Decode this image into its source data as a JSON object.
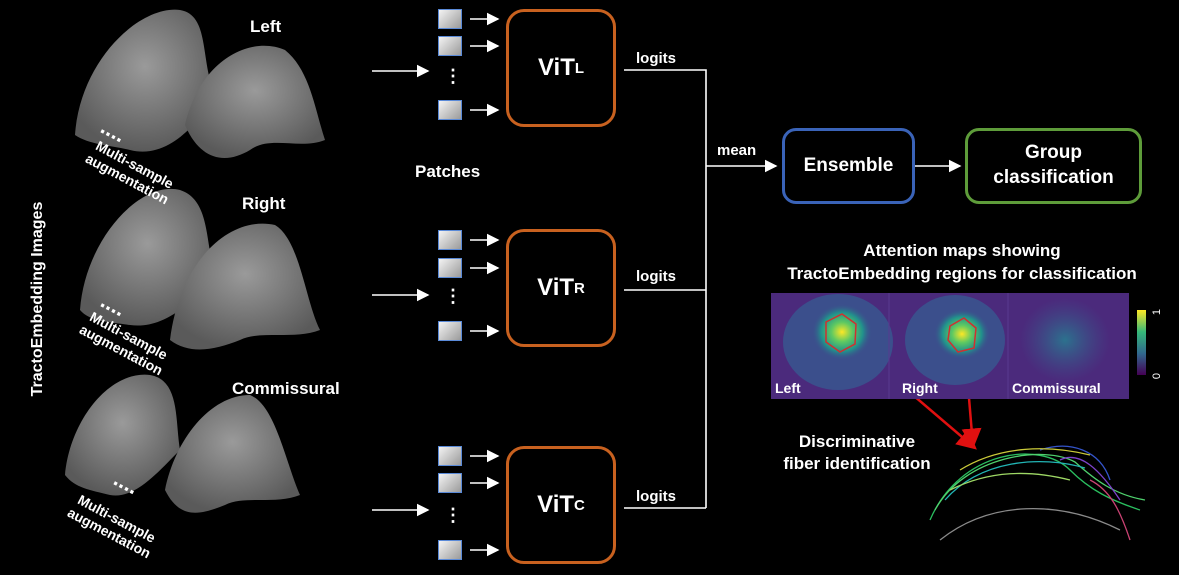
{
  "side_title": "TractoEmbedding Images",
  "images": {
    "left": "Left",
    "right": "Right",
    "commissural": "Commissural",
    "augmentation": "Multi-sample\naugmentation",
    "dots": "...."
  },
  "patches_label": "Patches",
  "patch_ellipsis": "⋮",
  "vits": [
    {
      "main": "ViT",
      "sub": "L"
    },
    {
      "main": "ViT",
      "sub": "R"
    },
    {
      "main": "ViT",
      "sub": "C"
    }
  ],
  "logits_label": "logits",
  "mean_label": "mean",
  "ensemble_label": "Ensemble",
  "group_label": "Group\nclassification",
  "attention": {
    "title": "Attention maps showing\nTractoEmbedding regions for classification",
    "panel_labels": [
      "Left",
      "Right",
      "Commissural"
    ],
    "colorbar_max": "1",
    "colorbar_min": "0"
  },
  "discriminative_label": "Discriminative\nfiber identification",
  "colors": {
    "vit_border": "#c8611f",
    "ensemble_border": "#3a63b8",
    "group_border": "#5e9c3a",
    "arrow_red": "#e01010"
  }
}
